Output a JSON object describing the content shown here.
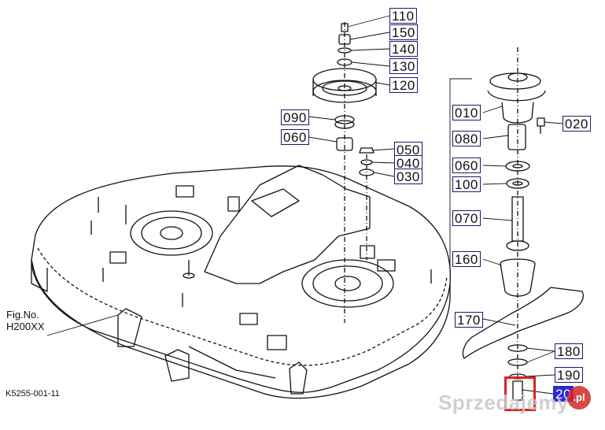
{
  "callouts": [
    {
      "id": "110",
      "label": "110"
    },
    {
      "id": "150",
      "label": "150"
    },
    {
      "id": "140",
      "label": "140"
    },
    {
      "id": "130",
      "label": "130"
    },
    {
      "id": "120",
      "label": "120"
    },
    {
      "id": "090",
      "label": "090"
    },
    {
      "id": "060a",
      "label": "060"
    },
    {
      "id": "050",
      "label": "050"
    },
    {
      "id": "040",
      "label": "040"
    },
    {
      "id": "030",
      "label": "030"
    },
    {
      "id": "010",
      "label": "010"
    },
    {
      "id": "020",
      "label": "020"
    },
    {
      "id": "080",
      "label": "080"
    },
    {
      "id": "060b",
      "label": "060"
    },
    {
      "id": "100",
      "label": "100"
    },
    {
      "id": "070",
      "label": "070"
    },
    {
      "id": "160",
      "label": "160"
    },
    {
      "id": "170",
      "label": "170"
    },
    {
      "id": "180",
      "label": "180"
    },
    {
      "id": "190",
      "label": "190"
    },
    {
      "id": "200",
      "label": "20"
    }
  ],
  "figure_label_line1": "Fig.No.",
  "figure_label_line2": "H200XX",
  "drawing_code": "K5255-001-11",
  "watermark_text": "Sprzedajemy",
  "watermark_badge": ".pl",
  "colors": {
    "callout_border": "#1a1a6e",
    "highlight": "#2a2ad6",
    "marker": "#e02020"
  }
}
